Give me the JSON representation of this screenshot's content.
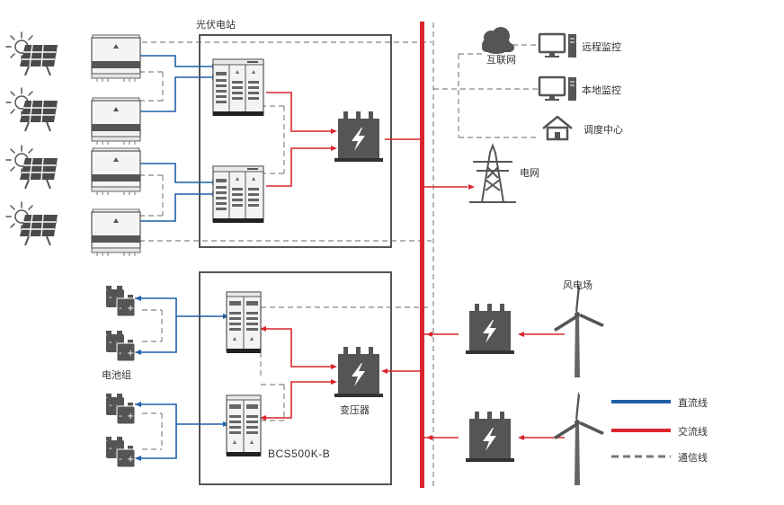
{
  "labels": {
    "pv_station": "光伏电站",
    "internet": "互联网",
    "remote_monitor": "远程监控",
    "local_monitor": "本地监控",
    "dispatch_center": "调度中心",
    "grid": "电网",
    "wind_farm": "风电场",
    "battery_group": "电池组",
    "transformer": "变压器",
    "pcs_model": "BCS500K-B"
  },
  "legend": [
    {
      "label": "直流线",
      "color": "#1f5fa8",
      "style": "solid"
    },
    {
      "label": "交流线",
      "color": "#d9262c",
      "style": "solid"
    },
    {
      "label": "通信线",
      "color": "#777777",
      "style": "dashed"
    }
  ],
  "colors": {
    "dc": "#1f5fa8",
    "ac": "#d9262c",
    "comm": "#888888",
    "bus": "#d9262c",
    "frame": "#555555"
  }
}
